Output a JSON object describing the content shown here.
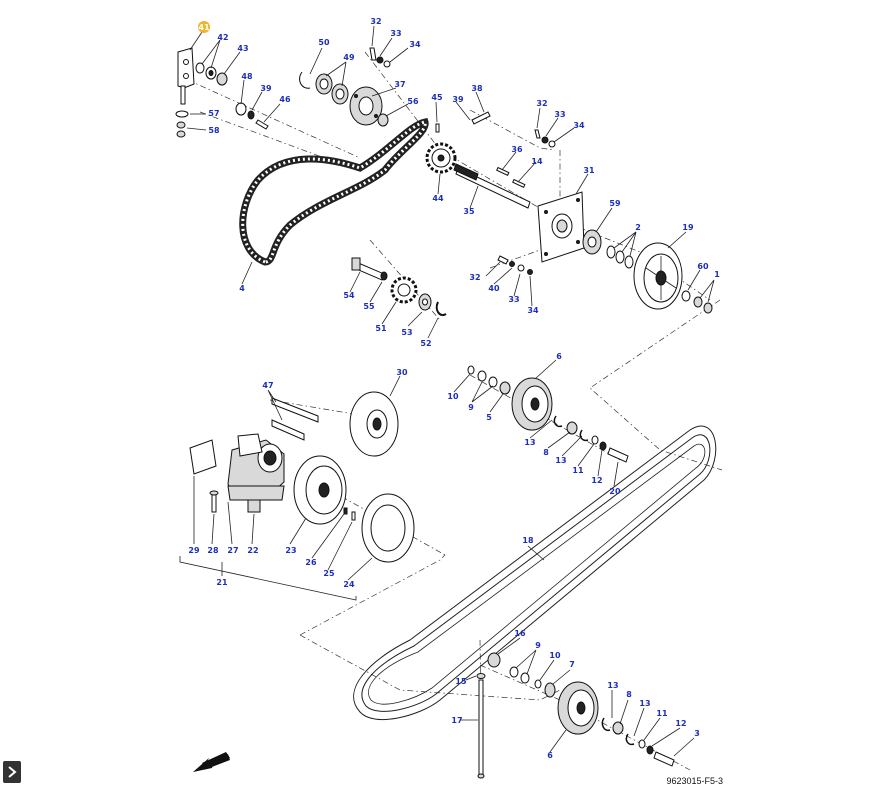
{
  "diagram": {
    "reference_code": "9623015-F5-3",
    "selected_callout": "41",
    "callouts": [
      "1",
      "2",
      "3",
      "4",
      "5",
      "6",
      "7",
      "8",
      "9",
      "10",
      "11",
      "12",
      "13",
      "14",
      "15",
      "16",
      "17",
      "18",
      "19",
      "20",
      "21",
      "22",
      "23",
      "24",
      "25",
      "26",
      "27",
      "28",
      "29",
      "30",
      "31",
      "32",
      "33",
      "34",
      "35",
      "36",
      "37",
      "38",
      "39",
      "40",
      "41",
      "42",
      "43",
      "44",
      "45",
      "46",
      "47",
      "48",
      "49",
      "50",
      "51",
      "52",
      "53",
      "54",
      "55",
      "56",
      "57",
      "58",
      "59",
      "60"
    ],
    "colors": {
      "callout_text": "#1d2fb8",
      "selected_marker": "#f0b429",
      "line": "#222222"
    }
  },
  "ui": {
    "expand_icon": "chevron-right-icon",
    "direction_icon": "arrow-down-left-icon"
  }
}
